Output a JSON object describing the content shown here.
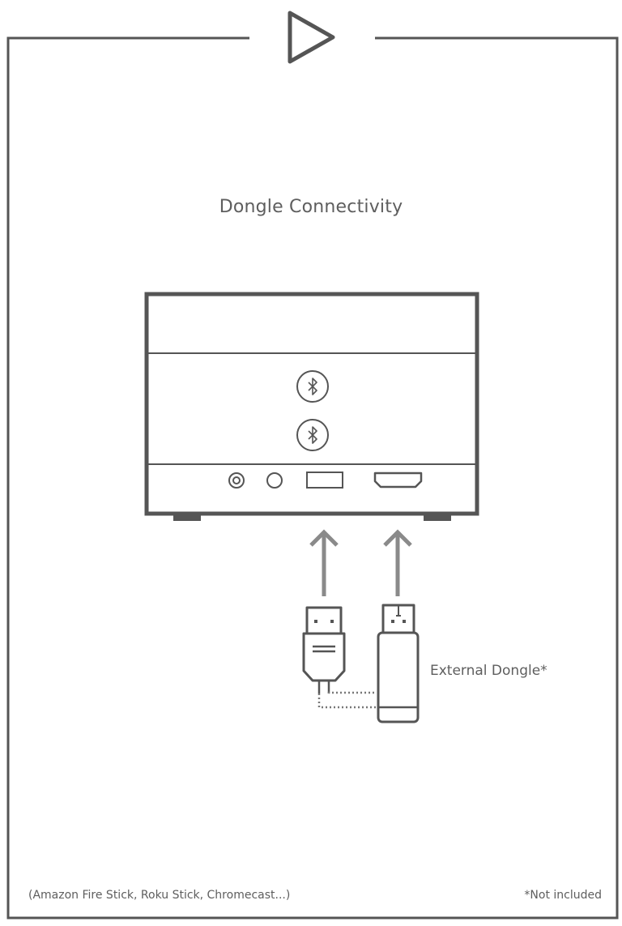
{
  "title": "Dongle Connectivity",
  "dongle_label": "External Dongle*",
  "footnote_examples": "(Amazon Fire Stick, Roku Stick, Chromecast...)",
  "footnote_not_included": "*Not included",
  "icons": {
    "logo": "play-triangle-icon",
    "bluetooth": "bluetooth-icon",
    "usb_port": "usb-port-icon",
    "hdmi_port": "hdmi-port-icon",
    "usb_plug": "usb-plug-icon",
    "dongle": "hdmi-dongle-icon",
    "arrow": "up-arrow-icon"
  },
  "colors": {
    "line": "#555555",
    "arrow": "#8a8a8a",
    "text": "#5e5e5e"
  }
}
